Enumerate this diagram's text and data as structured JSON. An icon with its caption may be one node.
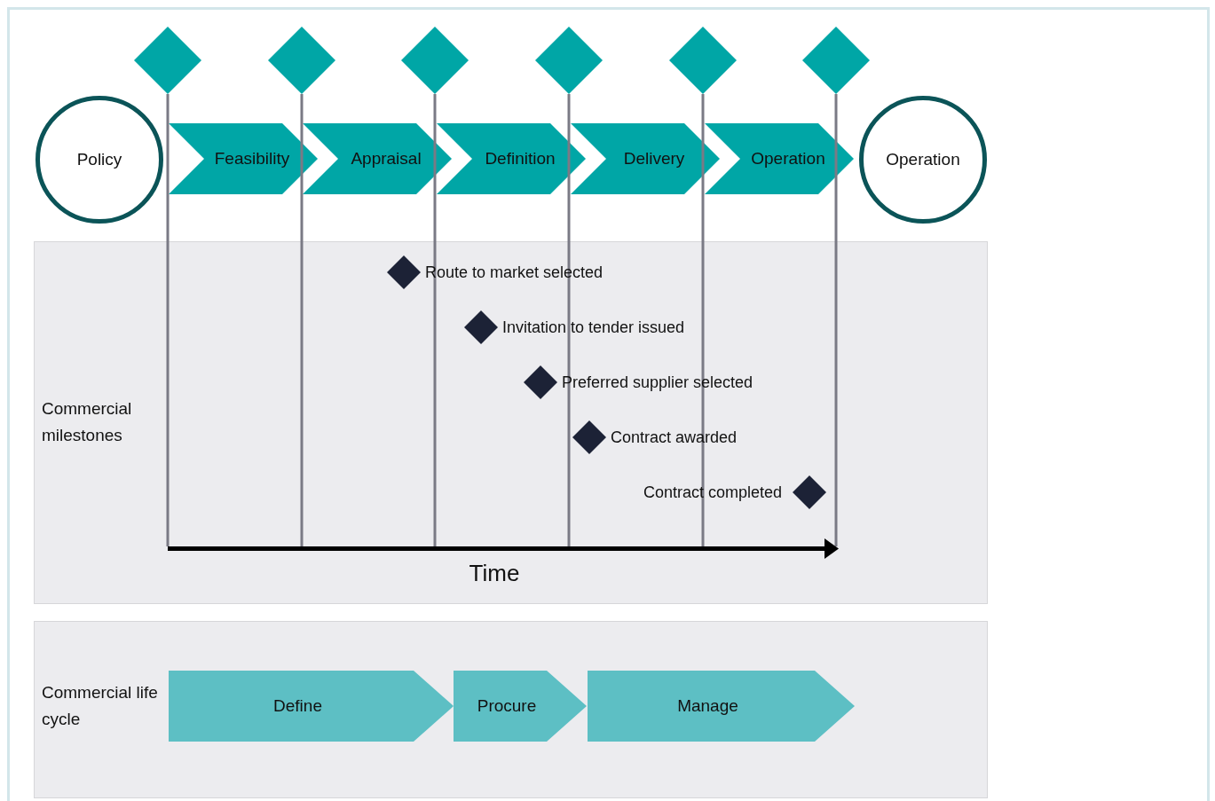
{
  "diagram": {
    "nodes": [
      {
        "text": [
          "Policy"
        ]
      },
      {
        "text": [
          "Feasibility"
        ]
      },
      {
        "text": [
          "Appraisal"
        ]
      },
      {
        "text": [
          "Definition"
        ]
      },
      {
        "text": [
          "Delivery"
        ]
      },
      {
        "text": [
          "Operation"
        ]
      },
      {
        "text": [
          "Operation"
        ]
      },
      {
        "text": [],
        "shape": "diamond"
      },
      {
        "text": [],
        "shape": "diamond"
      },
      {
        "text": [],
        "shape": "diamond"
      },
      {
        "text": [],
        "shape": "diamond"
      },
      {
        "text": [],
        "shape": "diamond"
      },
      {
        "text": [],
        "shape": "diamond"
      },
      {
        "text": [
          "Commercial milestones"
        ]
      },
      {
        "text": [],
        "shape": "diamond",
        "in": 13,
        "beside": [
          "Route to market selected"
        ]
      },
      {
        "text": [],
        "shape": "diamond",
        "in": 13,
        "beside": [
          "Invitation to tender issued"
        ]
      },
      {
        "text": [],
        "shape": "diamond",
        "in": 13,
        "beside": [
          "Preferred supplier selected"
        ]
      },
      {
        "text": [],
        "shape": "diamond",
        "in": 13,
        "beside": [
          "Contract awarded"
        ]
      },
      {
        "text": [],
        "shape": "diamond",
        "in": 13,
        "beside": [
          "Contract completed"
        ]
      },
      {
        "text": [
          "Commercial life cycle"
        ]
      },
      {
        "text": [
          "Define"
        ],
        "in": 19
      },
      {
        "text": [
          "Procure"
        ],
        "in": 19
      },
      {
        "text": [
          "Manage"
        ],
        "in": 19
      }
    ],
    "labels": [
      "Time"
    ]
  }
}
